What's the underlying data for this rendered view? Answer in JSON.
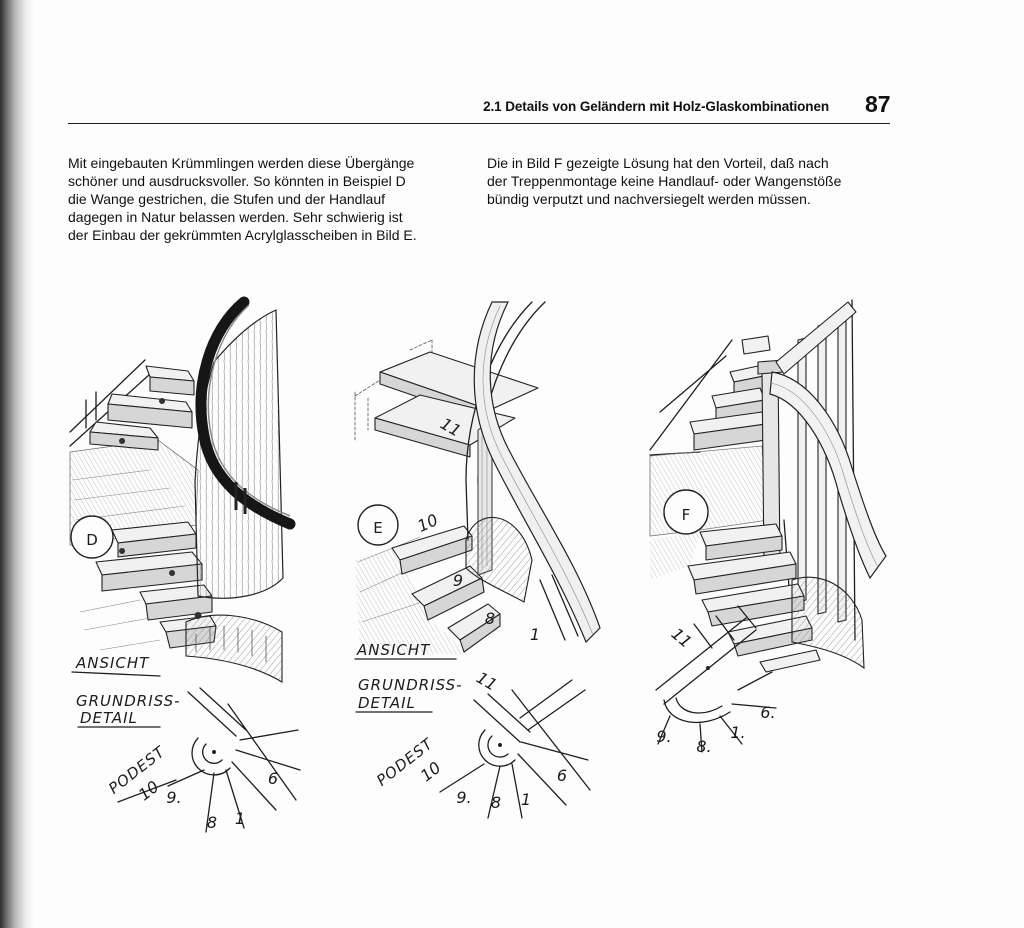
{
  "header": {
    "section_title": "2.1 Details von Geländern mit Holz-Glaskombinationen",
    "page_number": "87"
  },
  "body": {
    "left_lines": [
      "Mit eingebauten Krümmlingen werden diese Übergänge",
      "schöner und ausdrucksvoller. So könnten in Beispiel D",
      "die Wange gestrichen, die Stufen und der Handlauf",
      "dagegen in Natur belassen werden. Sehr schwierig ist",
      "der Einbau der gekrümmten Acrylglasscheiben in Bild E."
    ],
    "right_lines": [
      "Die in Bild F gezeigte Lösung hat den Vorteil, daß nach",
      "der Treppenmontage keine Handlauf- oder Wangenstöße",
      "bündig verputzt und nachversiegelt werden müssen."
    ]
  },
  "figures": {
    "d": {
      "label": "D",
      "view_caption": "ANSICHT",
      "plan_caption_1": "GRUNDRISS-",
      "plan_caption_2": "DETAIL",
      "plan": {
        "landing": "PODEST",
        "steps": [
          "10",
          "9.",
          "8",
          "1",
          "6"
        ]
      }
    },
    "e": {
      "label": "E",
      "view_steps": [
        "11",
        "10",
        "9",
        "8",
        "1"
      ],
      "view_caption": "ANSICHT",
      "plan_caption_1": "GRUNDRISS-",
      "plan_caption_marker": "11",
      "plan_caption_2": "DETAIL",
      "plan": {
        "landing": "PODEST",
        "steps": [
          "10",
          "9.",
          "8",
          "1",
          "6"
        ]
      }
    },
    "f": {
      "label": "F",
      "plan": {
        "steps": [
          "11",
          "9.",
          "8.",
          "1.",
          "6."
        ]
      }
    }
  }
}
